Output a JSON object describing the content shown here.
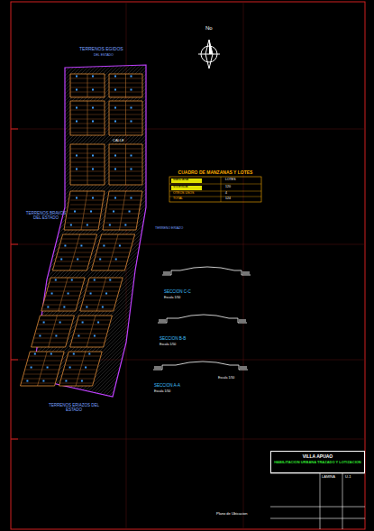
{
  "diagram": {
    "nodes": [
      {
        "text": [
          "CUADRO DE MANZANAS Y LOTES"
        ]
      },
      {
        "text": [
          "VILLA APUAO",
          "HABILITACION URBANA TRAZADO Y LOTIZACION"
        ]
      }
    ],
    "labels": [
      "TERRENOS EGIDOS",
      "DEL ESTADO",
      "No",
      "TERRENOS BRAVOS DEL ESTADO",
      "TERRENO ERIAZO",
      "TERRENOS ERIAZOS DEL ESTADO",
      "CALLE",
      "SECCION C-C",
      "Escala 1/50",
      "SECCION B-B",
      "Escala 1/50",
      "SECCION A-A",
      "Escala 1/50",
      "Escala 1/50",
      "MANZANA",
      "LOTES",
      "VIVIENDA",
      "120",
      "OTROS USOS",
      "4",
      "TOTAL",
      "124",
      "Plano de Ubicacion",
      "LAMINA",
      "U-1"
    ]
  }
}
